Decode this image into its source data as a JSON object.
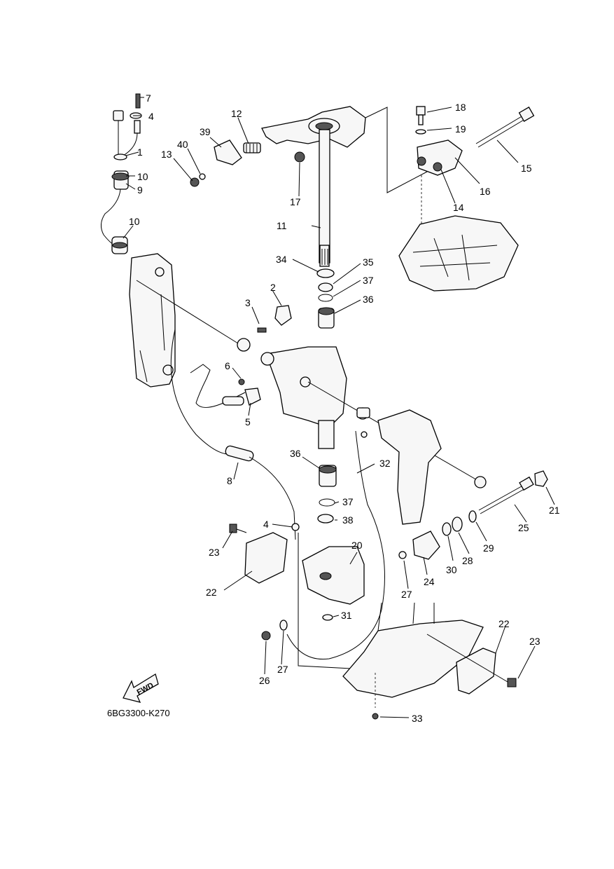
{
  "diagram": {
    "code": "6BG3300-K270",
    "fwd_label": "FWD",
    "callouts": [
      "7",
      "4",
      "1",
      "10",
      "9",
      "10",
      "12",
      "39",
      "40",
      "13",
      "17",
      "11",
      "18",
      "19",
      "15",
      "16",
      "14",
      "34",
      "35",
      "37",
      "36",
      "2",
      "3",
      "6",
      "5",
      "8",
      "36",
      "37",
      "38",
      "4",
      "32",
      "20",
      "23",
      "22",
      "31",
      "27",
      "24",
      "30",
      "28",
      "29",
      "25",
      "21",
      "26",
      "27",
      "22",
      "23",
      "33"
    ]
  }
}
